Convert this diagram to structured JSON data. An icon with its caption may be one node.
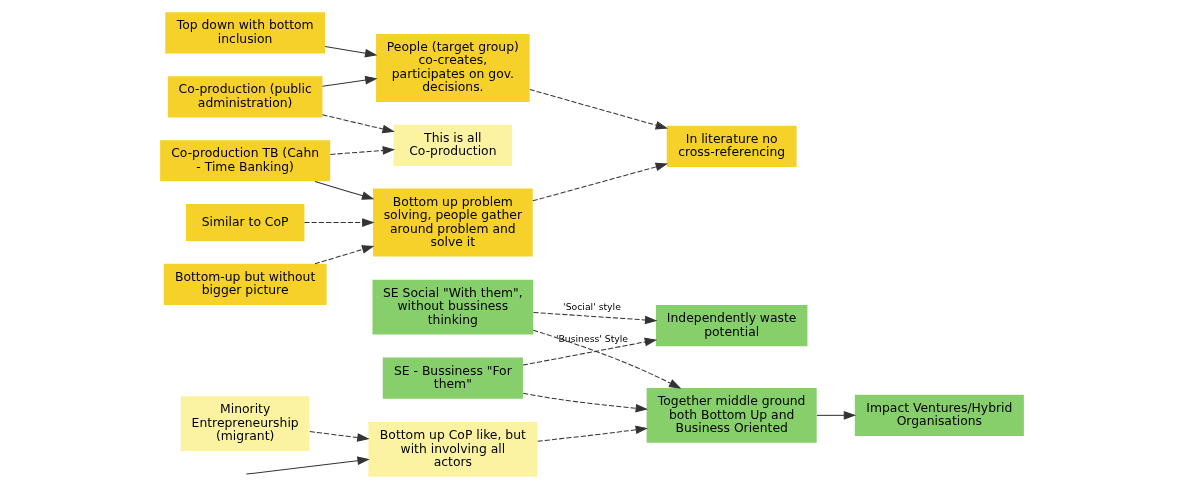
{
  "diagram": {
    "nodes": [
      {
        "text": [
          "Independently waste potential"
        ]
      },
      {
        "text": [
          "SE - Bussiness \"For them\""
        ]
      },
      {
        "text": [
          "SE Social \"With them\", without bussiness thinking"
        ]
      },
      {
        "text": [
          "Together middle ground both Bottom Up and Business Oriented"
        ]
      },
      {
        "text": [
          "Impact Ventures/Hybrid Organisations"
        ]
      },
      {
        "text": [
          "Minority Entrepreneurship (migrant)"
        ]
      },
      {
        "text": [
          "Bottom up CoP like, but with involving all actors"
        ]
      },
      {
        "text": [
          "This is all Co-production"
        ]
      },
      {
        "text": [
          "Top down with bottom inclusion"
        ]
      },
      {
        "text": [
          "Co-production (public administration)"
        ]
      },
      {
        "text": [
          "People (target group) co-creates, participates on gov. decisions."
        ]
      },
      {
        "text": [
          "Co-production TB (Cahn - Time Banking)"
        ]
      },
      {
        "text": [
          "Bottom up problem solving, people gather around problem and solve it"
        ]
      },
      {
        "text": [
          "In literature no cross-referencing"
        ]
      },
      {
        "text": [
          "Similar to CoP"
        ]
      },
      {
        "text": [
          "Bottom-up but without bigger picture"
        ]
      }
    ],
    "edges": [
      {
        "from": 1,
        "to": 0,
        "arrow": "to",
        "label": "'Business' Style",
        "style": "dashed"
      },
      {
        "from": 2,
        "to": 0,
        "arrow": "to",
        "label": "'Social' style",
        "style": "dashed"
      },
      {
        "from": 1,
        "to": 3,
        "arrow": "to",
        "style": "dashed"
      },
      {
        "from": 2,
        "to": 3,
        "arrow": "to",
        "style": "dashed"
      },
      {
        "from": 6,
        "to": 3,
        "arrow": "to",
        "style": "dashed"
      },
      {
        "from": 3,
        "to": 4,
        "arrow": "to"
      },
      {
        "from": 5,
        "to": 6,
        "arrow": "to",
        "style": "dashed"
      },
      {
        "from": null,
        "to": 6,
        "arrow": "to"
      },
      {
        "from": 9,
        "to": 7,
        "arrow": "to",
        "style": "dashed"
      },
      {
        "from": 11,
        "to": 7,
        "arrow": "to",
        "style": "dashed"
      },
      {
        "from": 8,
        "to": 10,
        "arrow": "to"
      },
      {
        "from": 9,
        "to": 10,
        "arrow": "to"
      },
      {
        "from": 11,
        "to": 12,
        "arrow": "to"
      },
      {
        "from": 10,
        "to": 13,
        "arrow": "to",
        "style": "dashed"
      },
      {
        "from": 12,
        "to": 13,
        "arrow": "to",
        "style": "dashed"
      },
      {
        "from": 14,
        "to": 12,
        "arrow": "to",
        "style": "dashed"
      },
      {
        "from": 15,
        "to": 12,
        "arrow": "to",
        "style": "dashed"
      }
    ]
  }
}
